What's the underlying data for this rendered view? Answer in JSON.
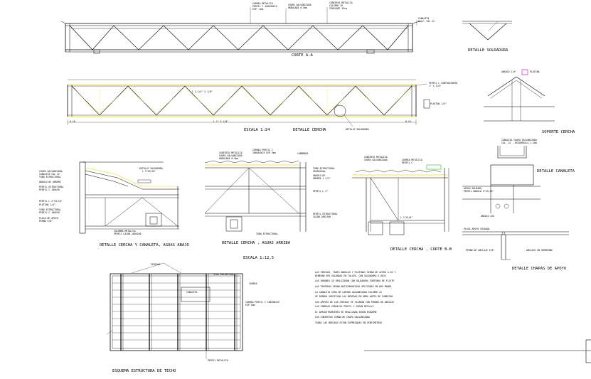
{
  "captions": {
    "corte_aa": "CORTE A-A",
    "detalle_soldadura": "DETALLE SOLDADURA",
    "escala_124": "ESCALA 1:24",
    "detalle_cercha": "DETALLE CERCHA",
    "soporte_cercha": "SOPORTE CERCHA",
    "detalle_canaleta": "DETALLE CANALETA",
    "detalle_cercha_canaleta": "DETALLE CERCHA Y CANALETA, AGUAS ABAJO",
    "detalle_cercha_aguas_arriba": "DETALLE CERCHA , AGUAS ARRIBA",
    "escala_1125": "ESCALA 1:12,5",
    "detalle_cercha_corte_bb": "DETALLE CERCHA , CORTE B-B",
    "detalle_chapas_apoyo": "DETALLE CHAPAS DE APOYO",
    "esquema_estructura_techo": "ESQUEMA ESTRUCTURA DE TECHO"
  },
  "labels": {
    "cerchas": "CERCHAS",
    "detalle_soldadura_callout": "DETALLE SOLDADURA",
    "angulo": "ANGULO 1/4\""
  },
  "notes": [
    "LAS CERCHAS, TANTO ANGULOS Y PLATINAS SERAN DE ACERO A-36 Y",
    "DEBERAN SER SOLDADAS EN TALLER, CON SOLDADURA E-6013",
    "LAS UNIONES SE REALIZARAN CON SOLDADURA CONTINUA DE FILETE",
    "LAS PINTURAS SERAN ANTICORROSIVAS APLICADAS EN DOS MANOS",
    "LA CANALETA SERA DE LAMINA GALVANIZADA CALIBRE 22",
    "SE DEBERA VERIFICAR LAS MEDIDAS EN OBRA ANTES DE FABRICAR",
    "LOS APOYOS DE LAS CERCHAS SE FIJARAN CON PERNOS DE ANCLAJE",
    "LAS CORREAS SERAN DE PERFIL C SEGUN DETALLE",
    "EL ARRIOSTRAMIENTO SE REALIZARA SEGUN ESQUEMA",
    "LAS CUBIERTAS SERAN DE CHAPA GALVANIZADA",
    "TODAS LAS MEDIDAS ESTAN EXPRESADAS EN CENTIMETROS"
  ]
}
